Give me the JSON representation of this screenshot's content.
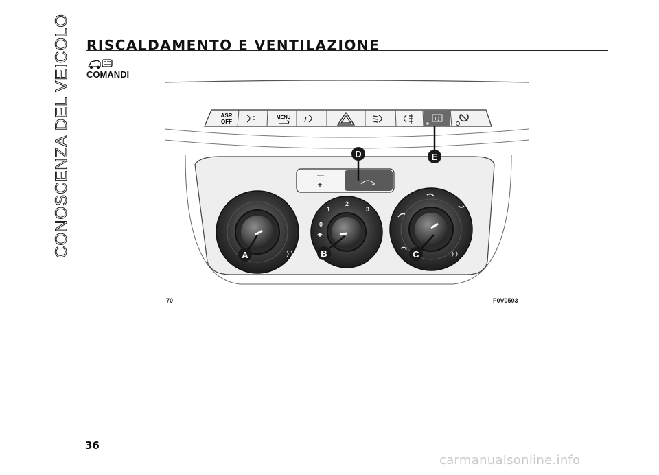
{
  "side_title": "CONOSCENZA DEL VEICOLO",
  "section_title": "RISCALDAMENTO E VENTILAZIONE",
  "subheading": "COMANDI",
  "figure": {
    "buttons": [
      "ASR OFF",
      "",
      "MENU",
      "",
      "",
      "",
      "",
      "",
      ""
    ],
    "asr_line1": "ASR",
    "asr_line2": "OFF",
    "menu_label": "MENU",
    "fan_speeds": [
      "0",
      "1",
      "2",
      "3"
    ],
    "callouts": [
      "A",
      "B",
      "C",
      "D",
      "E"
    ],
    "number_left": "70",
    "code_right": "F0V0503"
  },
  "page_number": "36",
  "watermark": "carmanualsonline.info",
  "colors": {
    "panel": "#e9e9e9",
    "knob": "#2a2a2a",
    "callout": "#1a1a1a"
  }
}
